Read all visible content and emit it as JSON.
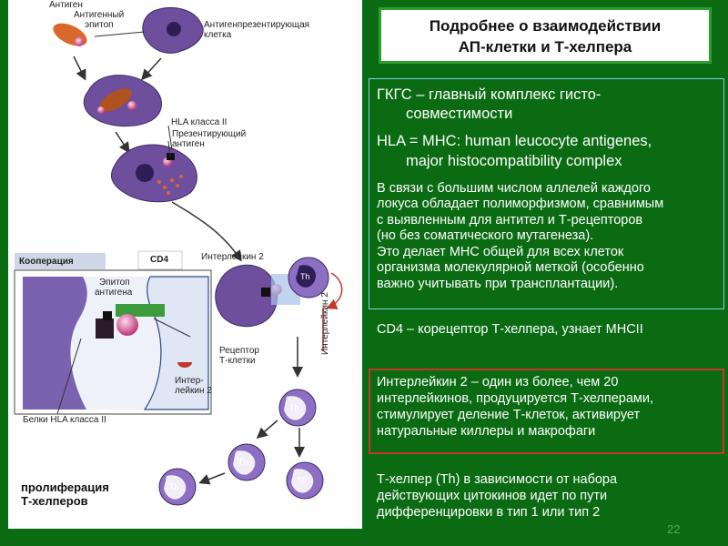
{
  "slide": {
    "title_line1": "Подробнее о взаимодействии",
    "title_line2": "АП-клетки и Т-хелпера",
    "gkgs_line1": "ГКГС – главный комплекс гисто-",
    "gkgs_line2": "совместимости",
    "hla_line1": "HLA  = MHC: human leucocyte antigenes,",
    "hla_line2": "major histocompatibility complex",
    "alleles_line1": "В связи с большим числом аллелей каждого",
    "alleles_line2": "локуса обладает полиморфизмом, сравнимым",
    "alleles_line3": "с выявленным для антител и Т-рецепторов",
    "alleles_line4": "(но без соматического мутагенеза).",
    "alleles_line5": "Это делает МНС общей для всех клеток",
    "alleles_line6": "организма молекулярной меткой (особенно",
    "alleles_line7": "важно учитывать при трансплантации).",
    "cd4_text": "CD4 – корецептор Т-хелпера, узнает МНСII",
    "il2_line1": "Интерлейкин 2 – один из более, чем 20",
    "il2_line2": "интерлейкинов, продуцируется Т-хелперами,",
    "il2_line3": "стимулирует деление Т-клеток, активирует",
    "il2_line4": "натуральные киллеры и макрофаги",
    "th_line1": "Т-хелпер (Th) в зависимости от набора",
    "th_line2": "действующих цитокинов идет по пути",
    "th_line3": "дифференцировки в тип 1 или тип 2",
    "page_number": "22"
  },
  "figure": {
    "antigen": "Антиген",
    "antigenic_epitope_1": "Антигенный",
    "antigenic_epitope_2": "эпитоп",
    "apc_1": "Антигенпрезентирующая",
    "apc_2": "клетка",
    "hla_class2": "HLA класса II",
    "presenting_1": "Презентирующий",
    "presenting_2": "антиген",
    "cooperation": "Кооперация",
    "cd4": "CD4",
    "interleukin2": "Интерлейкин 2",
    "interleukin2_vertical": "Интерлейкин 2",
    "epitope_1": "Эпитоп",
    "epitope_2": "антигена",
    "receptor_1": "Рецептор",
    "receptor_2": "Т-клетки",
    "interleukin2_split_1": "Интер-",
    "interleukin2_split_2": "лейкин 2",
    "hla_proteins": "Белки HLA класса II",
    "th": "Th",
    "prolif_1": "пролиферация",
    "prolif_2": "Т-хелперов"
  },
  "colors": {
    "background": "#0b6b13",
    "cell_purple": "#7a5aa8",
    "title_border": "#2e9e2e",
    "info_border": "#7fd0e6",
    "il2_border": "#c0392b"
  }
}
